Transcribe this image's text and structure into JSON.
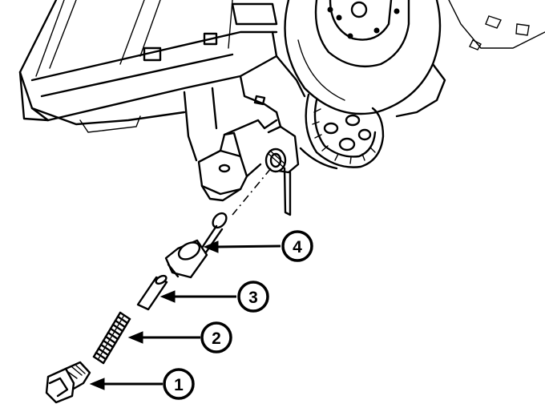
{
  "callouts": [
    {
      "id": "1",
      "label": "1"
    },
    {
      "id": "2",
      "label": "2"
    },
    {
      "id": "3",
      "label": "3"
    },
    {
      "id": "4",
      "label": "4"
    }
  ],
  "parts": {
    "engine": "engine-block-icon",
    "flywheel": "flywheel-icon",
    "timing_chain": "timing-chain-icon",
    "mount": "mount-bracket-icon",
    "port": "threaded-port-icon",
    "plunger": "plunger-assembly-icon",
    "pin": "pin-icon",
    "spring": "spring-icon",
    "plug": "threaded-plug-icon"
  },
  "colors": {
    "ink": "#000000",
    "paper": "#ffffff"
  }
}
